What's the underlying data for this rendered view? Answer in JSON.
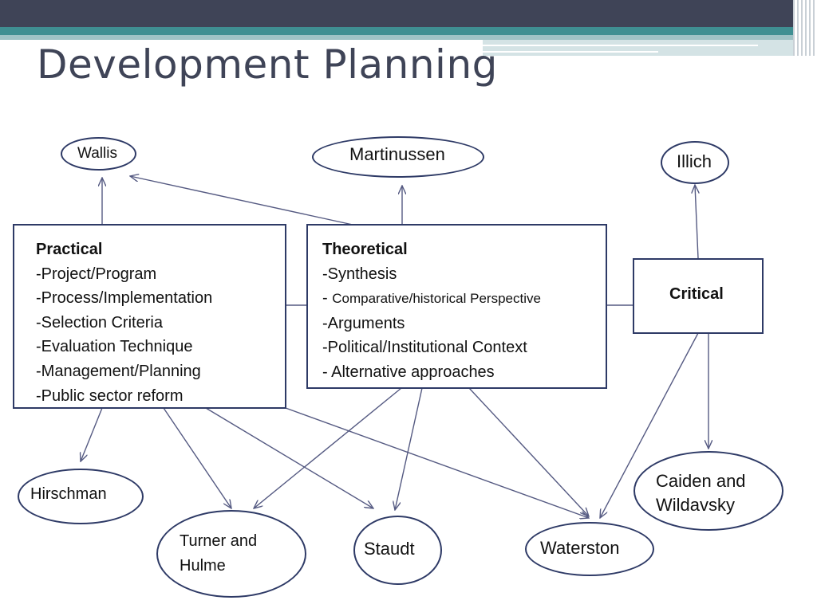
{
  "title": "Development Planning",
  "colors": {
    "frame": "#2e3a66",
    "arrow": "#555a82",
    "title": "#3f4457"
  },
  "boxes": {
    "practical": {
      "heading": "Practical",
      "items": [
        "-Project/Program",
        "-Process/Implementation",
        "-Selection Criteria",
        "-Evaluation Technique",
        "-Management/Planning",
        "-Public sector reform"
      ]
    },
    "theoretical": {
      "heading": "Theoretical",
      "item1": "-Synthesis",
      "item2_dash": "- ",
      "item2_text": "Comparative/historical  Perspective",
      "item3": "-Arguments",
      "item4": "-Political/Institutional Context",
      "item5": "- Alternative approaches"
    },
    "critical": {
      "heading": "Critical"
    }
  },
  "authors": {
    "wallis": "Wallis",
    "martinussen": "Martinussen",
    "illich": "Illich",
    "hirschman": "Hirschman",
    "turner_line1": "Turner and",
    "turner_line2": "Hulme",
    "staudt": "Staudt",
    "waterston": "Waterston",
    "caiden_line1": "Caiden and",
    "caiden_line2": "Wildavsky"
  },
  "links": [
    [
      "practical",
      "wallis"
    ],
    [
      "theoretical",
      "wallis"
    ],
    [
      "theoretical",
      "martinussen"
    ],
    [
      "critical",
      "illich"
    ],
    [
      "practical",
      "hirschman"
    ],
    [
      "practical",
      "turner-and-hulme"
    ],
    [
      "practical",
      "staudt"
    ],
    [
      "practical",
      "waterston"
    ],
    [
      "theoretical",
      "turner-and-hulme"
    ],
    [
      "theoretical",
      "staudt"
    ],
    [
      "theoretical",
      "waterston"
    ],
    [
      "critical",
      "waterston"
    ],
    [
      "critical",
      "caiden-and-wildavsky"
    ]
  ]
}
